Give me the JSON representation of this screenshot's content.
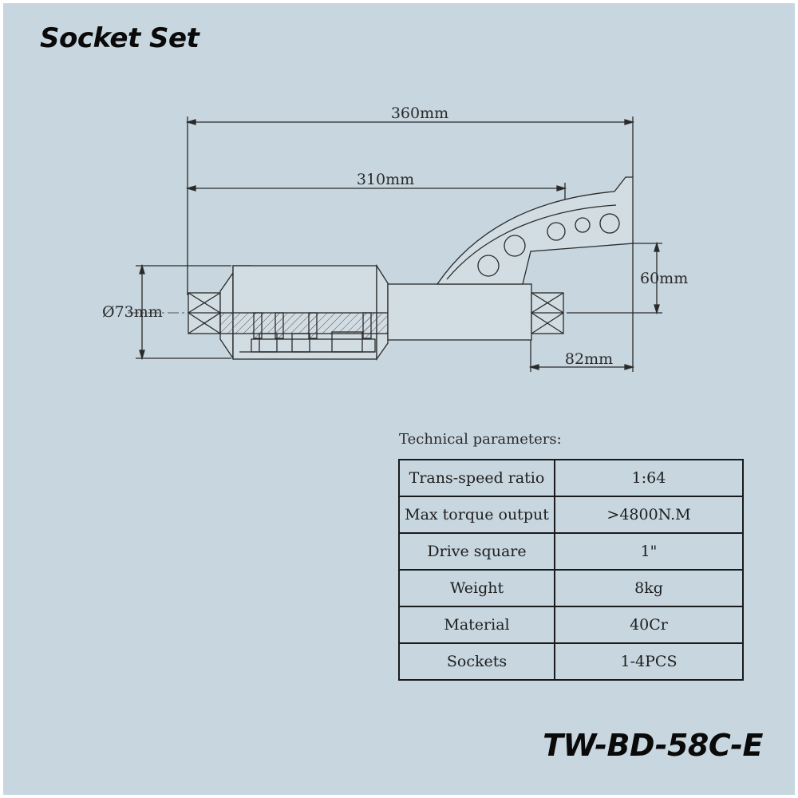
{
  "title": "Socket Set",
  "model": "TW-BD-58C-E",
  "dimensions": {
    "overall_length": "360mm",
    "body_length": "310mm",
    "diameter": "Ø73mm",
    "handle_height": "60mm",
    "output_length": "82mm"
  },
  "parameters": {
    "caption": "Technical parameters:",
    "rows": [
      {
        "label": "Trans-speed ratio",
        "value": "1:64"
      },
      {
        "label": "Max torque output",
        "value": ">4800N.M"
      },
      {
        "label": "Drive square",
        "value": "1\""
      },
      {
        "label": "Weight",
        "value": "8kg"
      },
      {
        "label": "Material",
        "value": "40Cr"
      },
      {
        "label": "Sockets",
        "value": "1-4PCS"
      }
    ]
  },
  "colors": {
    "background": "#c7d6df",
    "line": "#2a2a2a"
  }
}
